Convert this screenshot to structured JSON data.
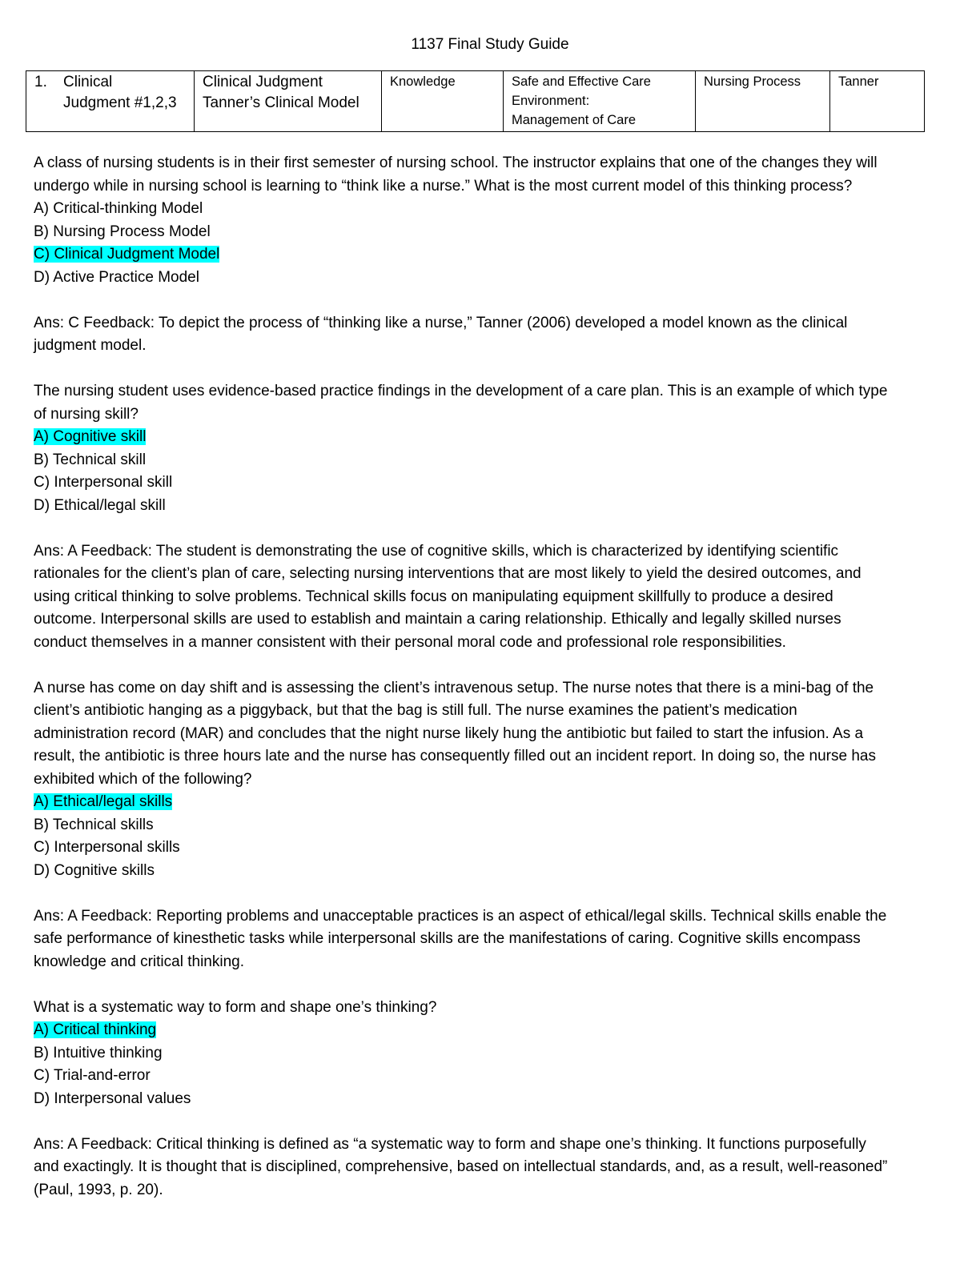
{
  "header": {
    "title": "1137 Final Study Guide"
  },
  "topic_table": {
    "number": "1.",
    "concept_lines": [
      "Clinical",
      "Judgment #1,2,3"
    ],
    "subtopic_lines": [
      "Clinical Judgment",
      "Tanner’s Clinical Model"
    ],
    "cognitive_level": "Knowledge",
    "client_need_lines": [
      "Safe and Effective Care",
      "Environment:",
      "Management of Care"
    ],
    "integrated_process": "Nursing Process",
    "source": "Tanner"
  },
  "questions": [
    {
      "stem_lines": [
        "A class of nursing students is in their first semester of nursing school. The instructor explains that one of the changes they will",
        "undergo while in nursing school is learning to “think like a nurse.” What is the most current model of this thinking process?"
      ],
      "options": [
        "A) Critical-thinking Model",
        "B) Nursing Process Model",
        "C) Clinical Judgment Model",
        "D) Active Practice Model"
      ],
      "correct": "C",
      "answer_lines": [
        "Ans: C Feedback:  To depict the process of “thinking like a nurse,” Tanner (2006) developed a model known as the clinical",
        "judgment model."
      ]
    },
    {
      "stem_lines": [
        "The nursing student uses evidence-based practice findings in the development of a care plan. This is an example of which type",
        "of nursing skill?"
      ],
      "options": [
        "A) Cognitive skill",
        "B) Technical skill",
        "C) Interpersonal skill",
        "D) Ethical/legal skill"
      ],
      "correct": "A",
      "answer_lines": [
        "Ans: A Feedback: The student is demonstrating the use of cognitive skills, which is characterized by identifying scientific",
        "rationales for the client’s plan of care, selecting nursing interventions that are most likely to yield the desired outcomes, and",
        "using critical thinking to solve problems. Technical skills focus on manipulating equipment skillfully to produce a desired",
        "outcome. Interpersonal skills are used to establish and maintain a caring relationship. Ethically and legally skilled nurses",
        "conduct themselves in a manner consistent with their personal moral code and professional role responsibilities."
      ]
    },
    {
      "stem_lines": [
        "A nurse has come on day shift and is assessing the client’s intravenous setup. The nurse notes that there is a mini-bag of the",
        "client’s antibiotic hanging as a piggyback, but that the bag is still full. The nurse examines the patient’s medication",
        "administration record (MAR) and concludes that the night nurse likely hung the antibiotic but failed to start the infusion. As a",
        "result, the antibiotic is three hours late and the nurse has consequently filled out an incident report. In doing so, the nurse has",
        "exhibited which of the following?"
      ],
      "options": [
        "A) Ethical/legal skills",
        "B) Technical skills",
        "C) Interpersonal skills",
        "D) Cognitive skills"
      ],
      "correct": "A",
      "answer_lines": [
        "Ans: A Feedback: Reporting problems and unacceptable practices is an aspect of ethical/legal skills. Technical skills enable the",
        "safe performance of kinesthetic tasks while interpersonal skills are the manifestations of caring. Cognitive skills encompass",
        "knowledge and critical thinking."
      ]
    },
    {
      "stem_lines": [
        "What is a systematic way to form and shape one’s thinking?"
      ],
      "options": [
        "A) Critical thinking",
        "B) Intuitive thinking",
        "C) Trial-and-error",
        "D) Interpersonal values"
      ],
      "correct": "A",
      "answer_lines": [
        "Ans: A Feedback: Critical thinking is defined as “a systematic way to form and shape one’s thinking. It functions purposefully",
        "and exactingly. It is thought that is disciplined, comprehensive, based on intellectual standards, and, as a result, well-reasoned”",
        "(Paul, 1993, p. 20)."
      ]
    }
  ],
  "colors": {
    "highlight": "#00ffff",
    "text": "#000000",
    "border": "#000000"
  }
}
